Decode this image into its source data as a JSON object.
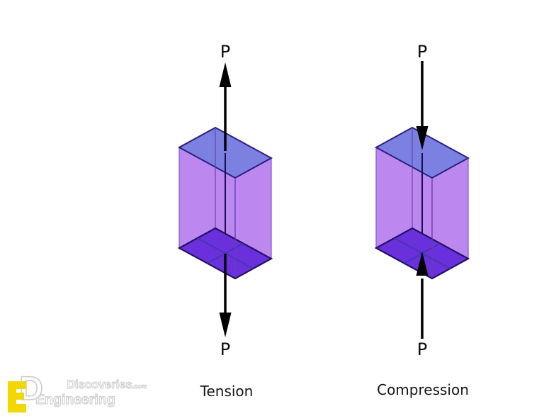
{
  "figure": {
    "background": "#ffffff",
    "description": "Axial force diagram showing a prismatic bar under tension and under compression"
  },
  "colors": {
    "top_face": "#7b80e1",
    "front_face": "#bd87f0",
    "bottom_face": "#6930dc",
    "arrow": "#000000"
  },
  "tension": {
    "caption": "Tension",
    "top_force_label": "P",
    "bottom_force_label": "P"
  },
  "compression": {
    "caption": "Compression",
    "top_force_label": "P",
    "bottom_force_label": "P"
  },
  "logo": {
    "monogram_d": "D",
    "brand_top": "Discoveries",
    "brand_top_suffix": ".com",
    "brand_bottom": "Engineering",
    "yellow": "#f2d800"
  }
}
